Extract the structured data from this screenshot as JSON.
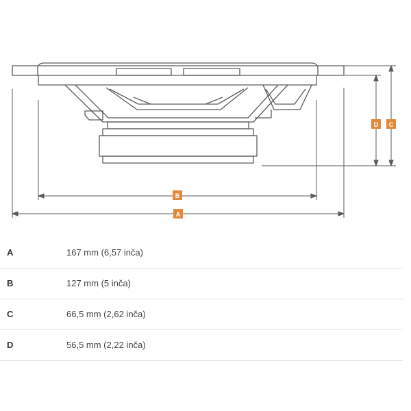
{
  "colors": {
    "line": "#5a5a5a",
    "accent": "#e2893b",
    "divider": "#e3e3e3",
    "text": "#333333"
  },
  "diagram": {
    "markers": {
      "a": "A",
      "b": "B",
      "c": "C",
      "d": "D"
    }
  },
  "specs": [
    {
      "label": "A",
      "value": "167 mm (6,57 inča)"
    },
    {
      "label": "B",
      "value": "127 mm (5 inča)"
    },
    {
      "label": "C",
      "value": "66,5 mm (2,62 inča)"
    },
    {
      "label": "D",
      "value": "56,5 mm (2,22 inča)"
    }
  ]
}
